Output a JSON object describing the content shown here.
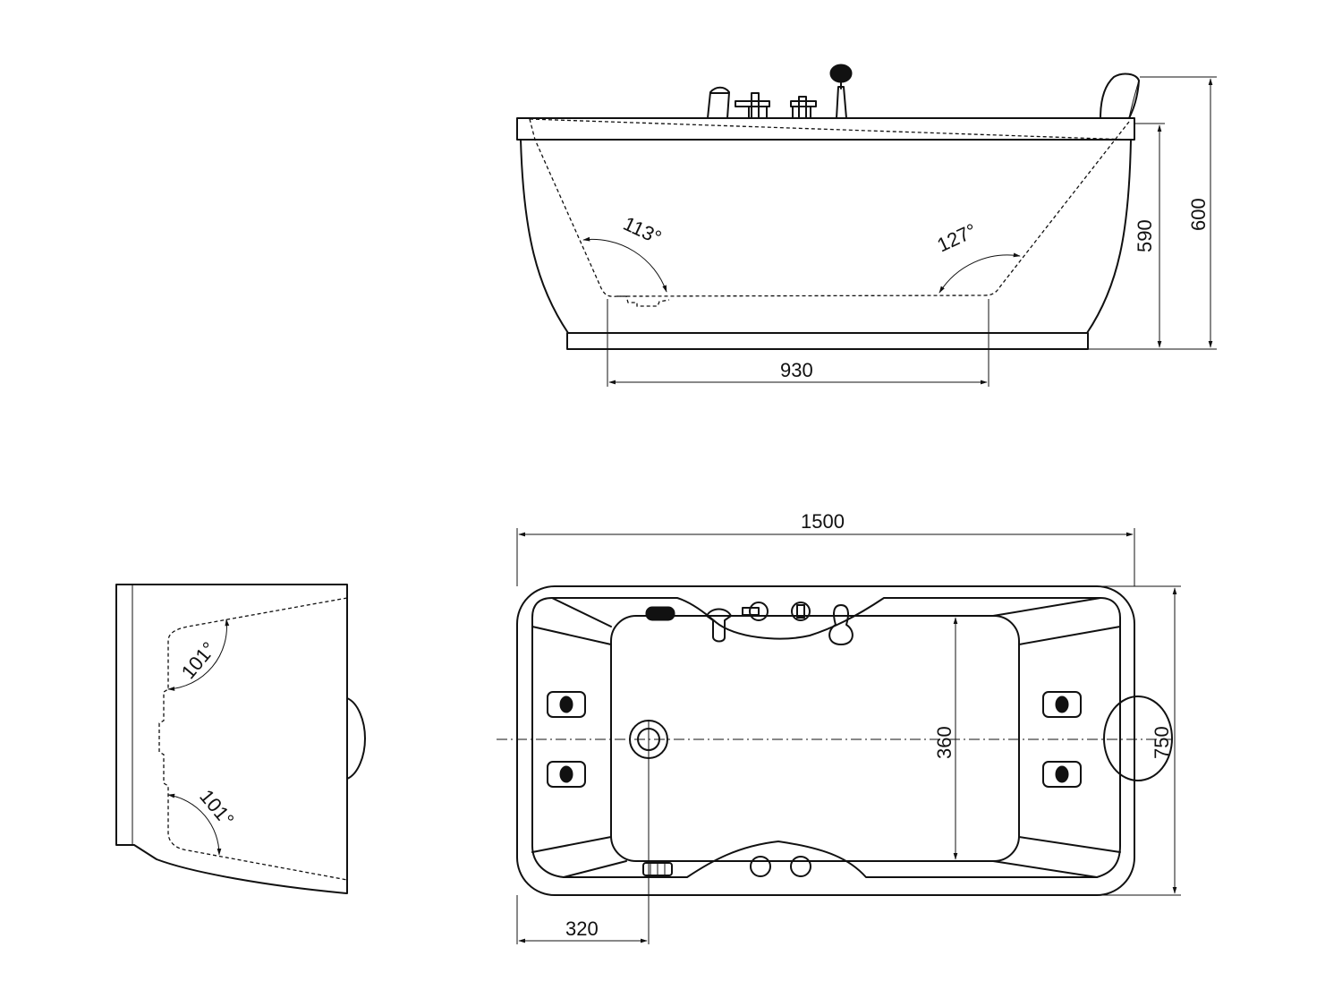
{
  "drawing": {
    "side_view": {
      "dims": {
        "inner_bottom_length": "930",
        "inner_height": "590",
        "total_height": "600"
      },
      "angles": {
        "back_left": "113°",
        "back_right": "127°"
      }
    },
    "end_view": {
      "angles": {
        "upper": "101°",
        "lower": "101°"
      }
    },
    "top_view": {
      "dims": {
        "total_length": "1500",
        "total_width": "750",
        "inner_width": "360",
        "drain_offset": "320"
      }
    }
  }
}
